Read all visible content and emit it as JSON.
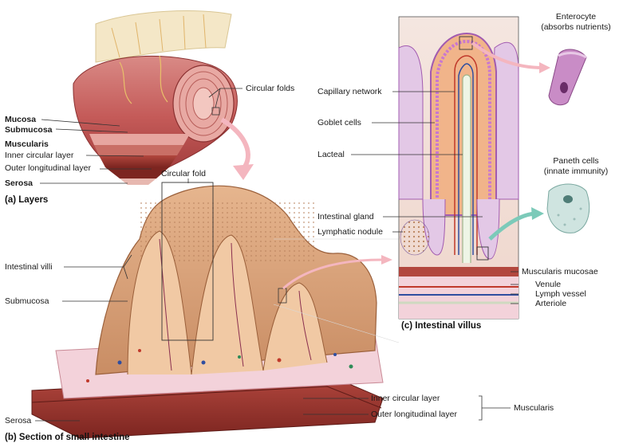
{
  "panel_a": {
    "caption": "(a) Layers",
    "circular_folds": "Circular folds",
    "mucosa": "Mucosa",
    "submucosa": "Submucosa",
    "muscularis": "Muscularis",
    "inner_circular": "Inner circular layer",
    "outer_longitudinal": "Outer longitudinal layer",
    "serosa": "Serosa"
  },
  "panel_b": {
    "caption": "(b) Section of small intestine",
    "circular_fold": "Circular fold",
    "intestinal_villi": "Intestinal villi",
    "submucosa": "Submucosa",
    "serosa": "Serosa",
    "inner_circular": "Inner circular layer",
    "outer_longitudinal": "Outer longitudinal layer",
    "muscularis": "Muscularis"
  },
  "panel_c": {
    "caption": "(c) Intestinal villus",
    "capillary_network": "Capillary network",
    "goblet_cells": "Goblet cells",
    "lacteal": "Lacteal",
    "intestinal_gland": "Intestinal gland",
    "lymphatic_nodule": "Lymphatic nodule",
    "muscularis_mucosae": "Muscularis mucosae",
    "venule": "Venule",
    "lymph_vessel": "Lymph vessel",
    "arteriole": "Arteriole",
    "enterocyte_line1": "Enterocyte",
    "enterocyte_line2": "(absorbs nutrients)",
    "paneth_line1": "Paneth cells",
    "paneth_line2": "(innate immunity)"
  }
}
